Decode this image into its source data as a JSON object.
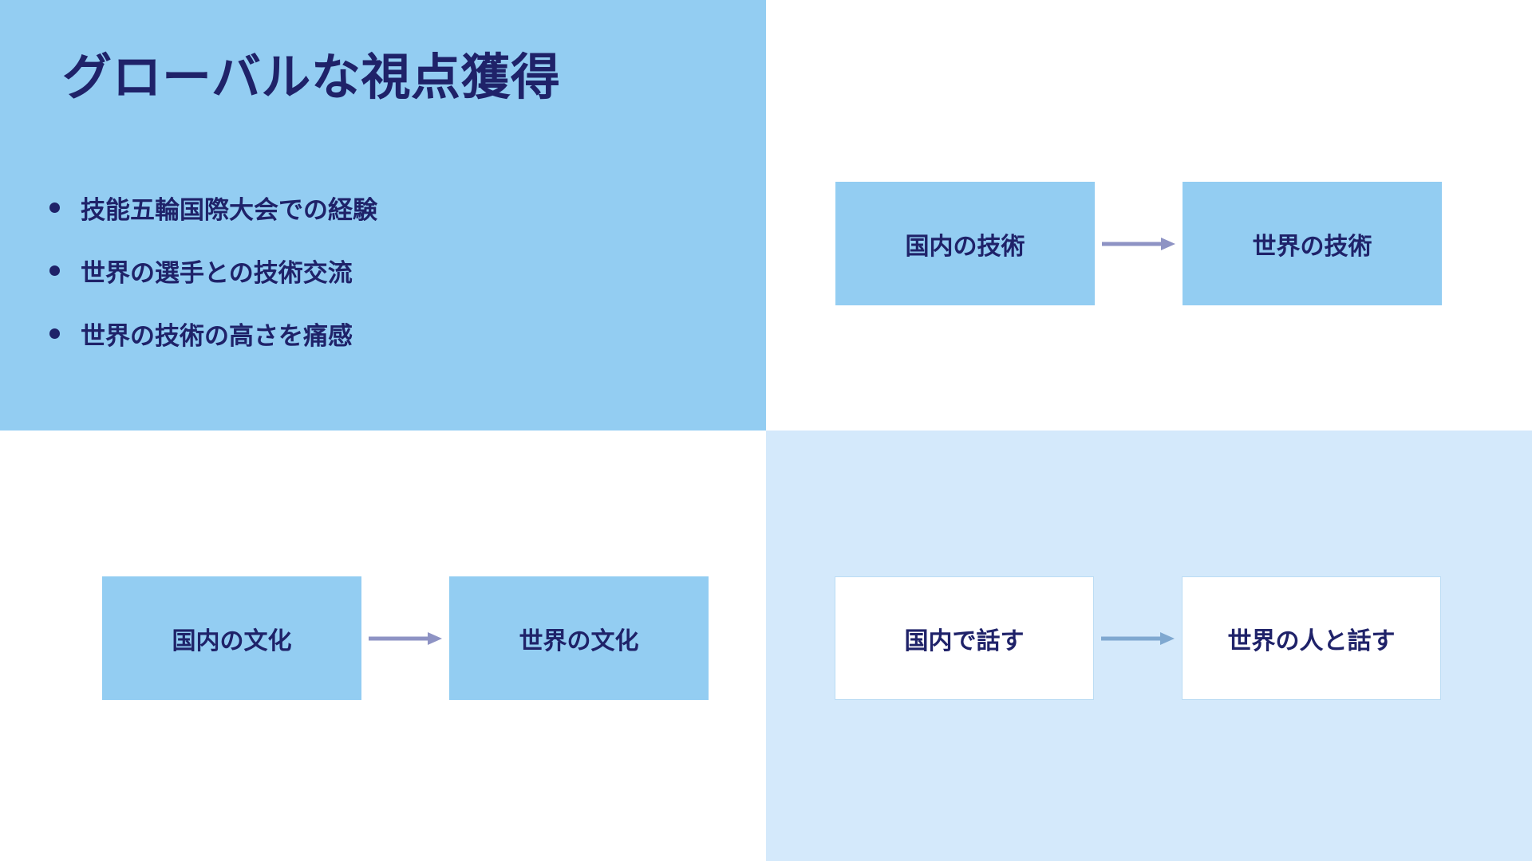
{
  "slide": {
    "title": "グローバルな視点獲得",
    "bullets": [
      "技能五輪国際大会での経験",
      "世界の選手との技術交流",
      "世界の技術の高さを痛感"
    ],
    "colors": {
      "panel_blue": "#93CDF2",
      "panel_light_blue": "#D4E9FB",
      "panel_white": "#FFFFFF",
      "text_navy": "#1F2269",
      "arrow_purple": "#8E93C4",
      "arrow_blue": "#7FA8D0",
      "box_border": "#BBDCF4"
    }
  },
  "flows": {
    "technology": {
      "from": "国内の技術",
      "arrow": "arrow-right",
      "to": "世界の技術"
    },
    "culture": {
      "from": "国内の文化",
      "arrow": "arrow-right",
      "to": "世界の文化"
    },
    "conversation": {
      "from": "国内で話す",
      "arrow": "arrow-right",
      "to": "世界の人と話す"
    }
  }
}
